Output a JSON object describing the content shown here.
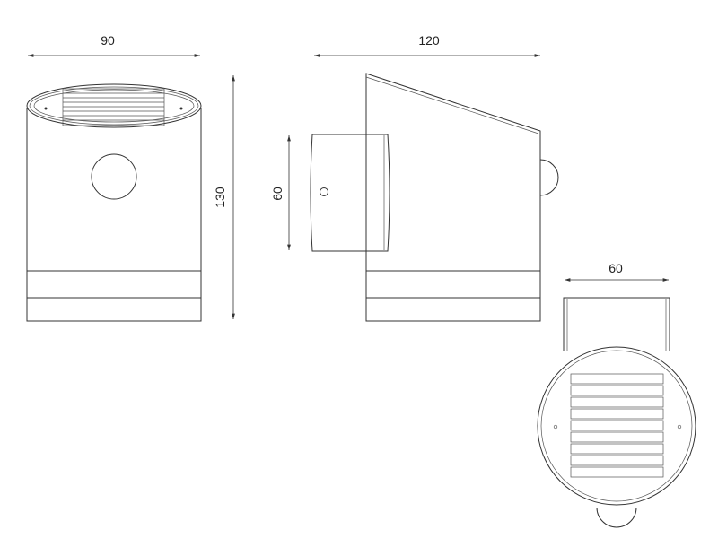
{
  "dimensions": {
    "front_width": "90",
    "height": "130",
    "side_depth": "120",
    "mount_height": "60",
    "bottom_width": "60"
  },
  "colors": {
    "line": "#333333",
    "background": "#ffffff"
  }
}
